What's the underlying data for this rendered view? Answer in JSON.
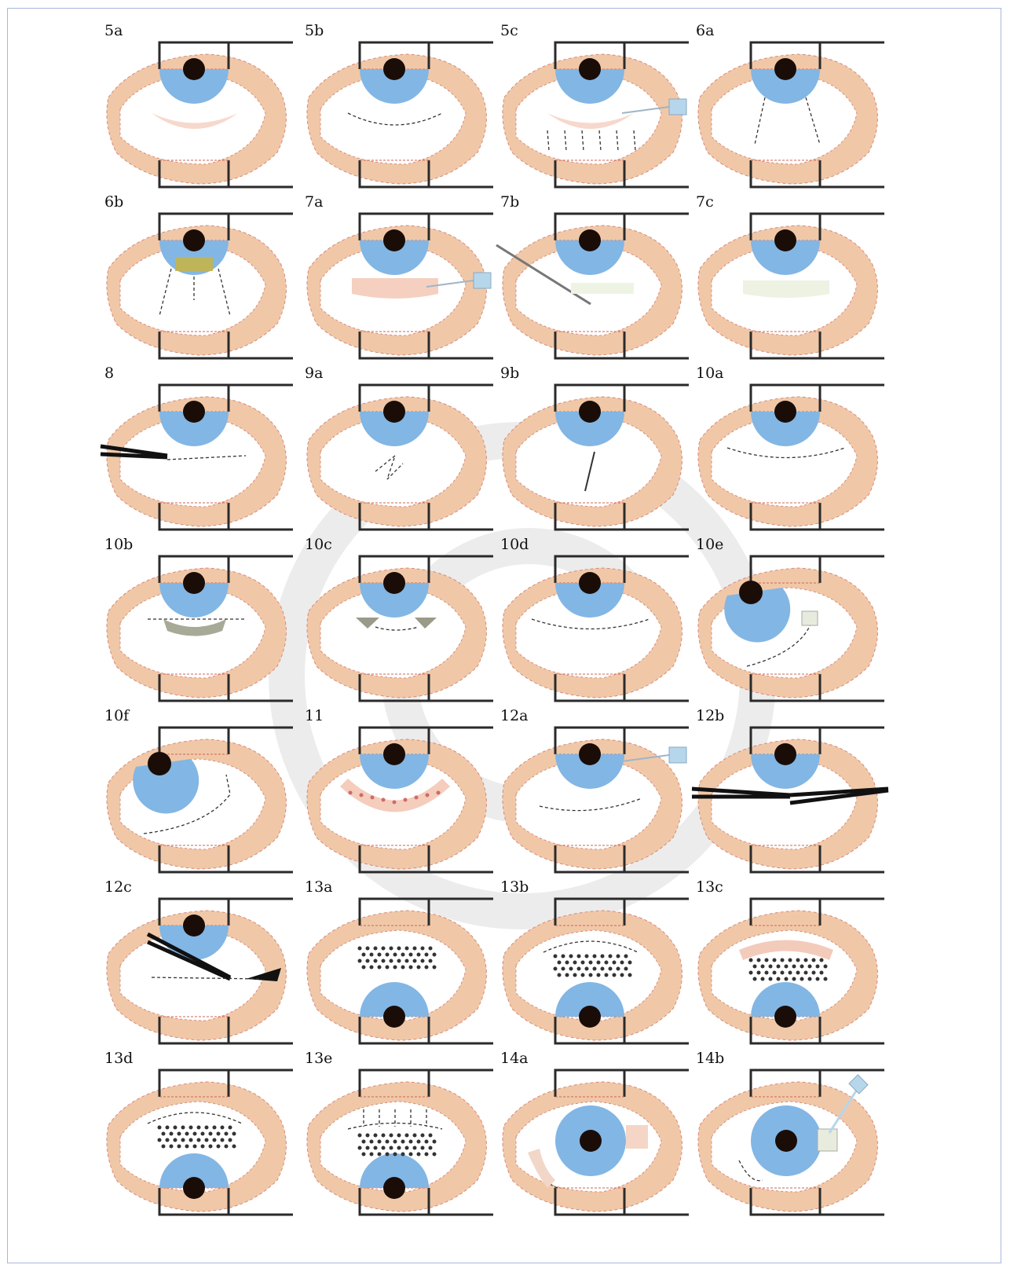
{
  "figure": {
    "panels": [
      {
        "label": "5a",
        "variant": "lowerband-pink"
      },
      {
        "label": "5b",
        "variant": "lowerline"
      },
      {
        "label": "5c",
        "variant": "lowerband-dots-tool"
      },
      {
        "label": "6a",
        "variant": "two-lines"
      },
      {
        "label": "6b",
        "variant": "yellow-band-lines"
      },
      {
        "label": "7a",
        "variant": "band-tool"
      },
      {
        "label": "7b",
        "variant": "needle"
      },
      {
        "label": "7c",
        "variant": "green-band"
      },
      {
        "label": "8",
        "variant": "forceps-left"
      },
      {
        "label": "9a",
        "variant": "zigzag"
      },
      {
        "label": "9b",
        "variant": "vertical-line"
      },
      {
        "label": "10a",
        "variant": "arc-line"
      },
      {
        "label": "10b",
        "variant": "grey-band"
      },
      {
        "label": "10c",
        "variant": "triangles"
      },
      {
        "label": "10d",
        "variant": "arc-line"
      },
      {
        "label": "10e",
        "variant": "eye-upleft-tool"
      },
      {
        "label": "10f",
        "variant": "eye-upleft-dots"
      },
      {
        "label": "11",
        "variant": "dotted-band"
      },
      {
        "label": "12a",
        "variant": "tool-topright"
      },
      {
        "label": "12b",
        "variant": "forceps-both"
      },
      {
        "label": "12c",
        "variant": "forceps-diag"
      },
      {
        "label": "13a",
        "variant": "flip-mesh"
      },
      {
        "label": "13b",
        "variant": "flip-mesh-arc"
      },
      {
        "label": "13c",
        "variant": "flip-mesh-band"
      },
      {
        "label": "13d",
        "variant": "flip-mesh-arc"
      },
      {
        "label": "13e",
        "variant": "flip-mesh-arrows"
      },
      {
        "label": "14a",
        "variant": "center-eye"
      },
      {
        "label": "14b",
        "variant": "center-eye-tool"
      }
    ]
  },
  "colors": {
    "skin": "#f0c8a8",
    "skin_edge": "#d88a78",
    "iris": "#82b6e4",
    "pupil": "#1a0d08",
    "frame_line": "#2a2a2a",
    "watermark": "#efefef",
    "border": "#aab6de"
  },
  "icons": {
    "watermark": "copyright-icon"
  }
}
